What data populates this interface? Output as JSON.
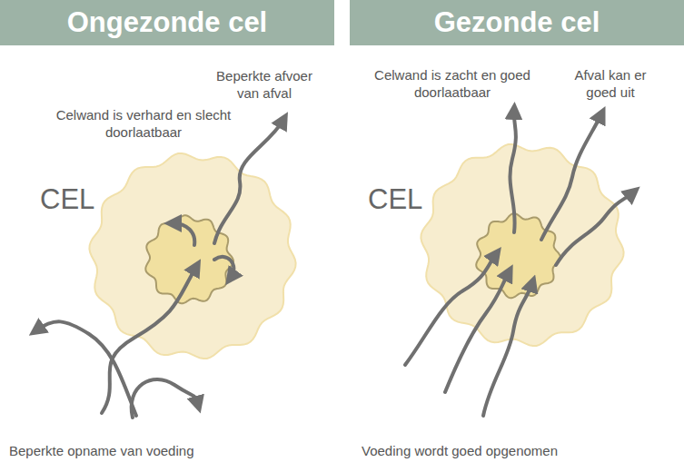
{
  "diagram": {
    "nodes": [
      {
        "text": [
          "Ongezonde cel"
        ]
      },
      {
        "text": [
          "Gezonde cel"
        ]
      },
      {
        "text": [
          "CEL"
        ]
      },
      {
        "text": [
          "CEL"
        ]
      }
    ],
    "labels": [
      "Celwand is verhard en slecht doorlaatbaar",
      "Beperkte afvoer van afval",
      "Beperkte opname van voeding",
      "Celwand is zacht en goed doorlaatbaar",
      "Afval kan er goed uit",
      "Voeding wordt goed opgenomen"
    ]
  }
}
